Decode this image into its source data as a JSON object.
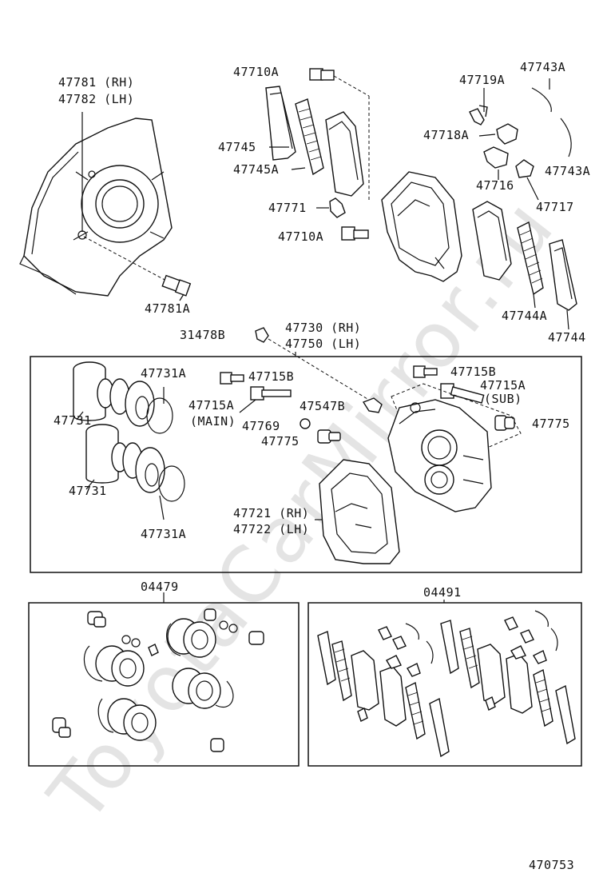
{
  "watermark": "ToyotaCarMirror.ru",
  "diagram_number": "470753",
  "labels": {
    "l47781": "47781 (RH)",
    "l47782": "47782 (LH)",
    "l47781A": "47781A",
    "l47710A_top": "47710A",
    "l47745": "47745",
    "l47745A": "47745A",
    "l47771": "47771",
    "l47710A_mid": "47710A",
    "l47719A": "47719A",
    "l47743A_top": "47743A",
    "l47718A": "47718A",
    "l47743A_right": "47743A",
    "l47716": "47716",
    "l47717": "47717",
    "l47744A": "47744A",
    "l47744": "47744",
    "l31478B": "31478B",
    "l47730": "47730 (RH)",
    "l47750": "47750 (LH)",
    "l47731A_top": "47731A",
    "l47731_top": "47731",
    "l47731_bot": "47731",
    "l47731A_bot": "47731A",
    "l47715B_left": "47715B",
    "l47715A_main": "47715A",
    "l_main": "(MAIN)",
    "l47769": "47769",
    "l47775_left": "47775",
    "l47547B": "47547B",
    "l47715B_right": "47715B",
    "l47715A_sub": "47715A",
    "l_sub": "(SUB)",
    "l47775_right": "47775",
    "l47721": "47721 (RH)",
    "l47722": "47722 (LH)",
    "l04479": "04479",
    "l04491": "04491"
  }
}
